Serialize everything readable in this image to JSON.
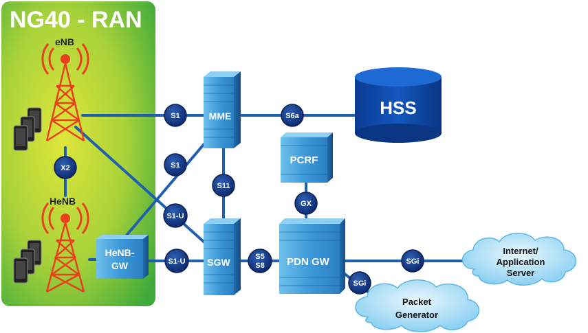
{
  "ran": {
    "title": "NG40 - RAN",
    "enb_label": "eNB",
    "henb_label": "HeNB",
    "henb_gw_line1": "HeNB-",
    "henb_gw_line2": "GW"
  },
  "nodes": {
    "mme": "MME",
    "sgw": "SGW",
    "pcrf": "PCRF",
    "pdn_gw": "PDN GW",
    "hss": "HSS"
  },
  "interfaces": {
    "x2": "X2",
    "s1_top": "S1",
    "s1_mid": "S1",
    "s1u_upper": "S1-U",
    "s1u_lower": "S1-U",
    "s6a": "S6a",
    "s11": "S11",
    "gx": "GX",
    "s5_line1": "S5",
    "s5_line2": "S8",
    "sgi_internet": "SGi",
    "sgi_packet": "SGi"
  },
  "clouds": {
    "internet_line1": "Internet/",
    "internet_line2": "Application",
    "internet_line3": "Server",
    "packet_line1": "Packet",
    "packet_line2": "Generator"
  },
  "colors": {
    "ran_bg_light": "#d5e43a",
    "ran_bg_dark": "#45ad3a",
    "tower_red": "#e8401c",
    "server_blue": "#2f8fd0",
    "link_blue": "#1f5fae",
    "badge_navy": "#0f2f7a",
    "hss_blue": "#0d3e9c",
    "cloud_blue": "#bfe4f7"
  }
}
